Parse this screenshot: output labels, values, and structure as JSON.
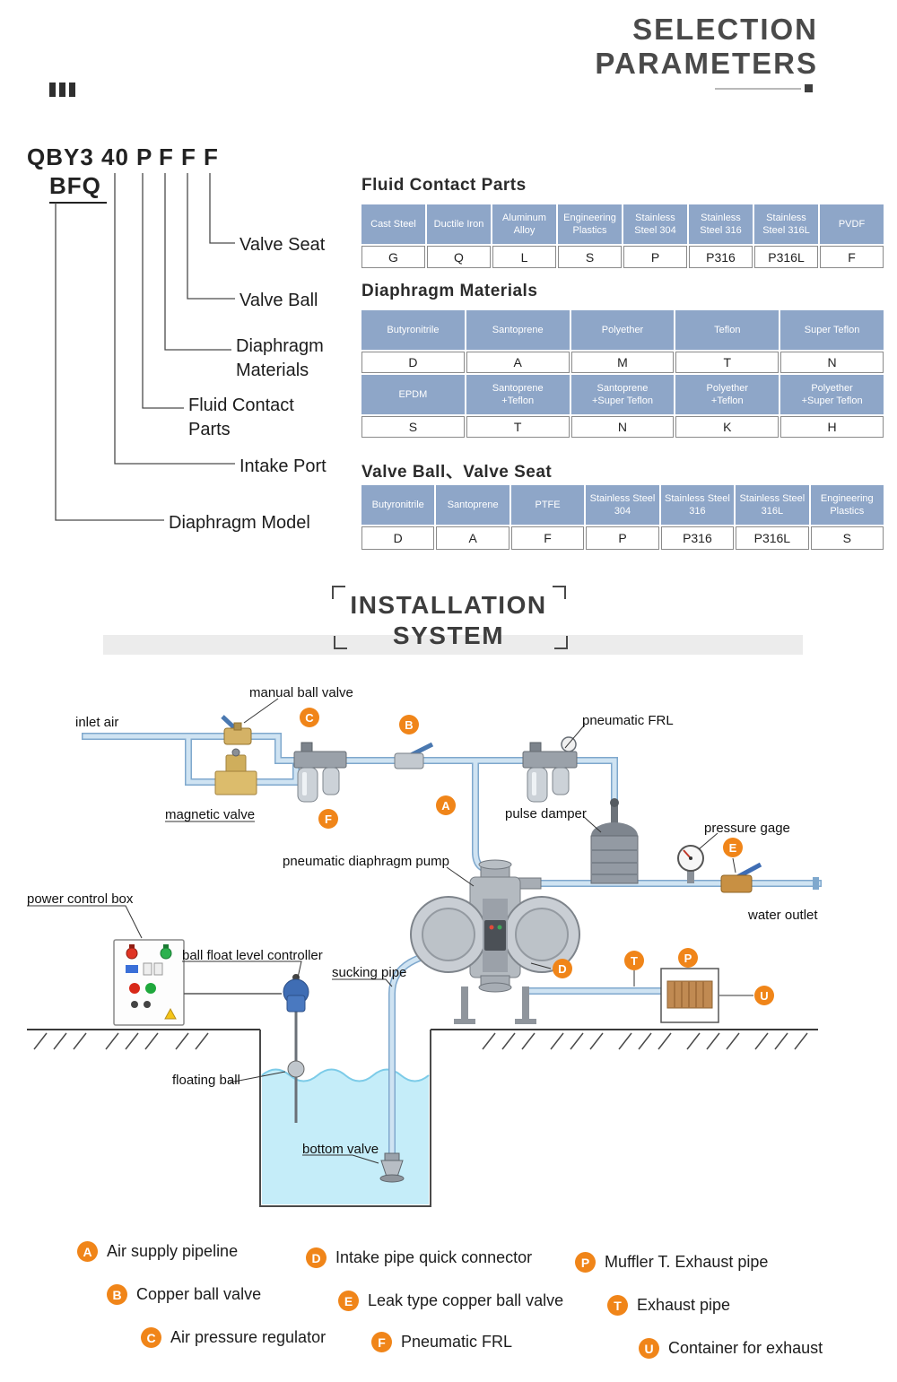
{
  "page": {
    "title_line1": "SELECTION",
    "title_line2": "PARAMETERS"
  },
  "model_code": {
    "parts": [
      "QBY3",
      "40",
      "P",
      "F",
      "F",
      "F"
    ],
    "line2": "BFQ",
    "labels": [
      "Valve Seat",
      "Valve Ball",
      "Diaphragm Materials",
      "Fluid Contact Parts",
      "Intake Port",
      "Diaphragm Model"
    ]
  },
  "tables": {
    "fluid_contact_parts": {
      "title": "Fluid Contact Parts",
      "headers": [
        "Cast Steel",
        "Ductile Iron",
        "Aluminum Alloy",
        "Engineering Plastics",
        "Stainless Steel 304",
        "Stainless Steel 316",
        "Stainless Steel 316L",
        "PVDF"
      ],
      "codes": [
        "G",
        "Q",
        "L",
        "S",
        "P",
        "P316",
        "P316L",
        "F"
      ]
    },
    "diaphragm_materials": {
      "title": "Diaphragm Materials",
      "row1_headers": [
        "Butyronitrile",
        "Santoprene",
        "Polyether",
        "Teflon",
        "Super Teflon"
      ],
      "row1_codes": [
        "D",
        "A",
        "M",
        "T",
        "N"
      ],
      "row2_headers": [
        "EPDM",
        "Santoprene\n+Teflon",
        "Santoprene\n+Super Teflon",
        "Polyether\n+Teflon",
        "Polyether\n+Super Teflon"
      ],
      "row2_codes": [
        "S",
        "T",
        "N",
        "K",
        "H"
      ]
    },
    "valve_ball_seat": {
      "title": "Valve Ball、Valve Seat",
      "headers": [
        "Butyronitrile",
        "Santoprene",
        "PTFE",
        "Stainless Steel 304",
        "Stainless Steel 316",
        "Stainless Steel 316L",
        "Engineering Plastics"
      ],
      "codes": [
        "D",
        "A",
        "F",
        "P",
        "P316",
        "P316L",
        "S"
      ]
    }
  },
  "installation": {
    "title_line1": "INSTALLATION",
    "title_line2": "SYSTEM",
    "diagram_labels": {
      "inlet_air": "inlet air",
      "manual_ball_valve": "manual ball valve",
      "magnetic_valve": "magnetic valve",
      "pneumatic_frl": "pneumatic FRL",
      "pulse_damper": "pulse damper",
      "pressure_gage": "pressure gage",
      "water_outlet": "water outlet",
      "power_control_box": "power control box",
      "ball_float_level_controller": "ball float level controller",
      "sucking_pipe": "sucking pipe",
      "pneumatic_diaphragm_pump": "pneumatic diaphragm pump",
      "floating_ball": "floating ball",
      "bottom_valve": "bottom valve"
    },
    "markers": [
      "A",
      "B",
      "C",
      "D",
      "E",
      "F",
      "P",
      "T",
      "U"
    ]
  },
  "legend": {
    "items": [
      {
        "key": "A",
        "label": "Air supply pipeline"
      },
      {
        "key": "B",
        "label": "Copper ball valve"
      },
      {
        "key": "C",
        "label": "Air pressure regulator"
      },
      {
        "key": "D",
        "label": "Intake pipe quick connector"
      },
      {
        "key": "E",
        "label": "Leak type copper ball valve"
      },
      {
        "key": "F",
        "label": "Pneumatic FRL"
      },
      {
        "key": "P",
        "label": "Muffler T. Exhaust pipe"
      },
      {
        "key": "T",
        "label": "Exhaust pipe"
      },
      {
        "key": "U",
        "label": "Container for exhaust"
      }
    ]
  },
  "colors": {
    "table_header_bg": "#8ea6c8",
    "accent_orange": "#f08519",
    "pipe_blue": "#cfe3f2",
    "pipe_edge": "#7fa8cd",
    "water_cyan": "#c5edf9",
    "title_gray": "#4a4a4a"
  }
}
